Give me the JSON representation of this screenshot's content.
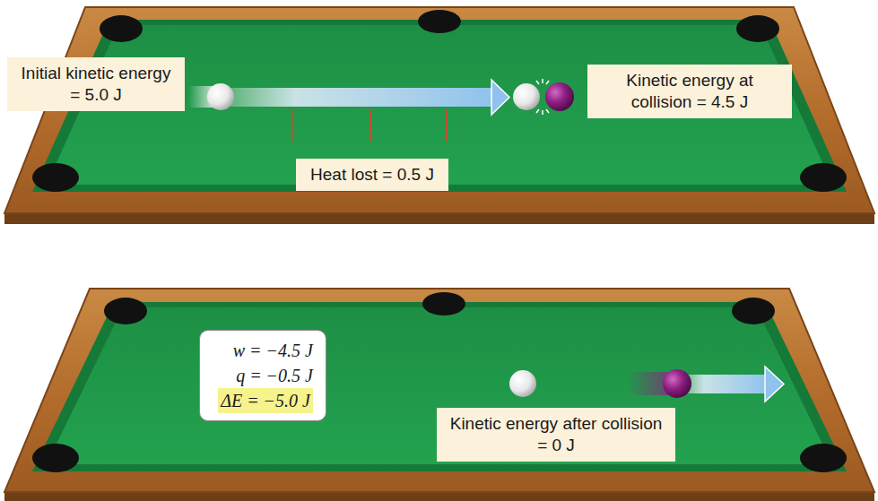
{
  "diagram": {
    "nodes": [
      {
        "text": [
          "Initial kinetic energy = 5.0 J"
        ]
      },
      {
        "text": [
          "Kinetic energy at collision = 4.5 J"
        ]
      },
      {
        "text": [
          "Heat lost = 0.5 J"
        ]
      },
      {
        "text": [
          "w = −4.5 J",
          "q = −0.5 J",
          "ΔE = −5.0 J"
        ]
      },
      {
        "text": [
          "Kinetic energy after collision = 0 J"
        ]
      }
    ]
  }
}
